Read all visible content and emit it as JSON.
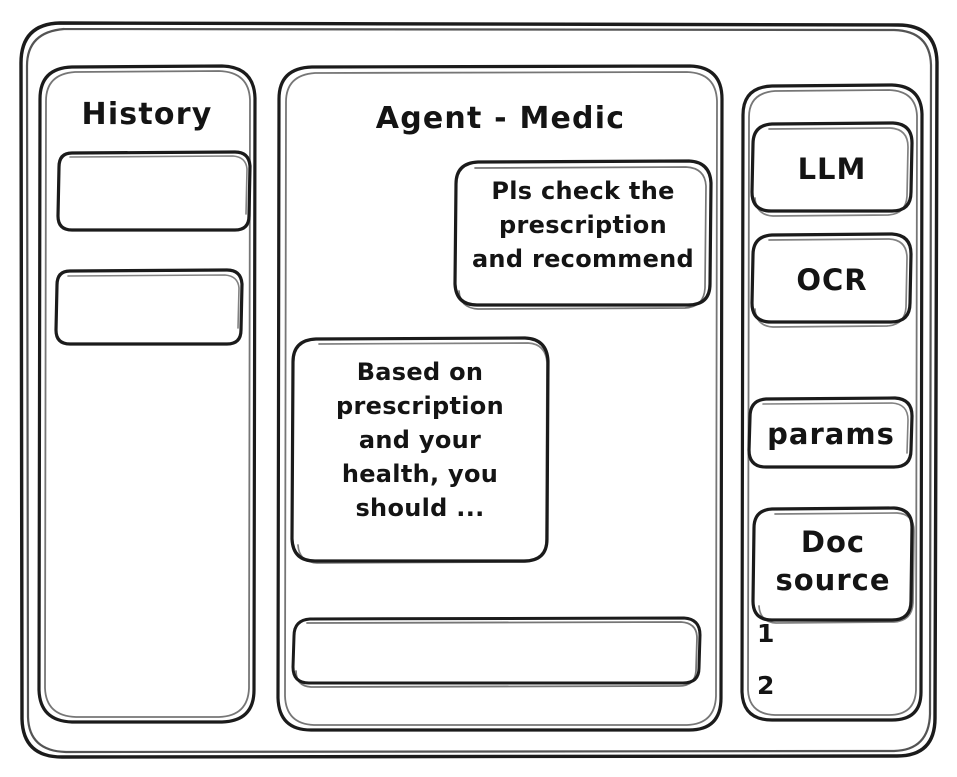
{
  "frame": {
    "name": "app-window"
  },
  "sidebar_left": {
    "title": "History",
    "items": [
      {
        "label": "",
        "name": "history-item-1"
      },
      {
        "label": "",
        "name": "history-item-2"
      }
    ]
  },
  "main": {
    "title": "Agent - Medic",
    "messages": [
      {
        "role": "user",
        "text": "Pls check the\nprescription\nand recommend",
        "align": "right"
      },
      {
        "role": "assistant",
        "text": "Based on\nprescription\nand your\nhealth, you\nshould ...",
        "align": "left"
      }
    ],
    "composer": {
      "value": "",
      "placeholder": ""
    }
  },
  "sidebar_right": {
    "buttons": [
      {
        "label": "LLM",
        "name": "llm-button"
      },
      {
        "label": "OCR",
        "name": "ocr-button"
      },
      {
        "label": "params",
        "name": "params-button"
      },
      {
        "label": "Doc\nsource",
        "name": "doc-source-button"
      }
    ],
    "doc_sources": [
      {
        "label": "1"
      },
      {
        "label": "2"
      }
    ]
  },
  "style": {
    "ink": "#1b1b1b",
    "paper": "#ffffff"
  }
}
